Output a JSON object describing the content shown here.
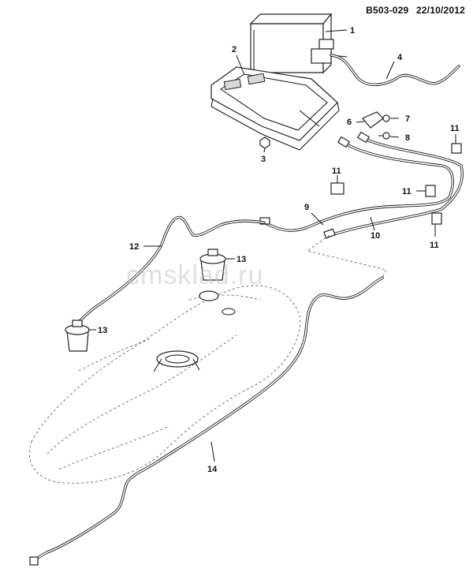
{
  "header": {
    "code": "B503-029",
    "date": "22/10/2012"
  },
  "watermark": "cmsklad.ru",
  "callouts": [
    "1",
    "2",
    "3",
    "4",
    "6",
    "7",
    "8",
    "9",
    "10",
    "11",
    "11",
    "11",
    "11",
    "12",
    "13",
    "13",
    "14"
  ]
}
